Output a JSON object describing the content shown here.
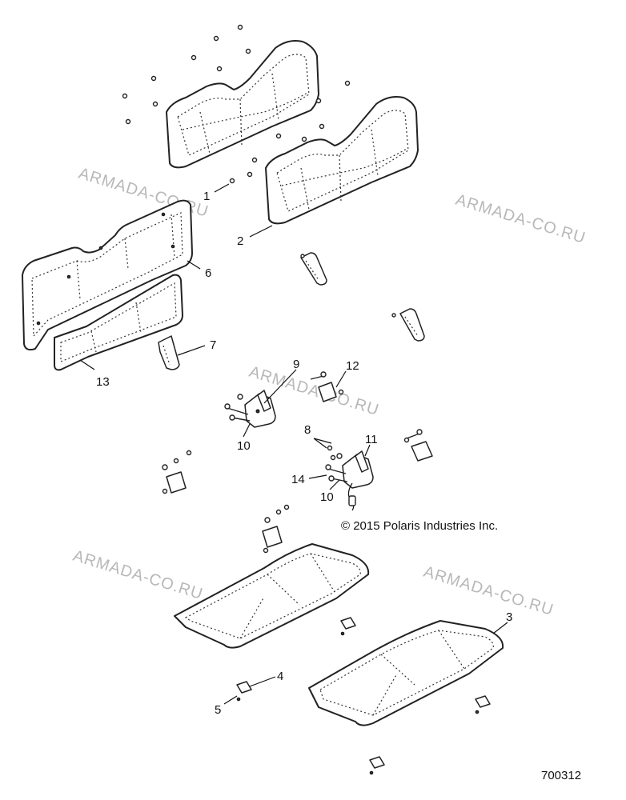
{
  "watermark": "ARMADA-CO.RU",
  "copyright": "© 2015 Polaris Industries Inc.",
  "diagram_number": "700312",
  "callouts": {
    "c1": "1",
    "c2": "2",
    "c3": "3",
    "c4": "4",
    "c5": "5",
    "c6": "6",
    "c7": "7",
    "c8": "8",
    "c9": "9",
    "c10a": "10",
    "c10b": "10",
    "c11": "11",
    "c12": "12",
    "c13": "13",
    "c14": "14"
  }
}
